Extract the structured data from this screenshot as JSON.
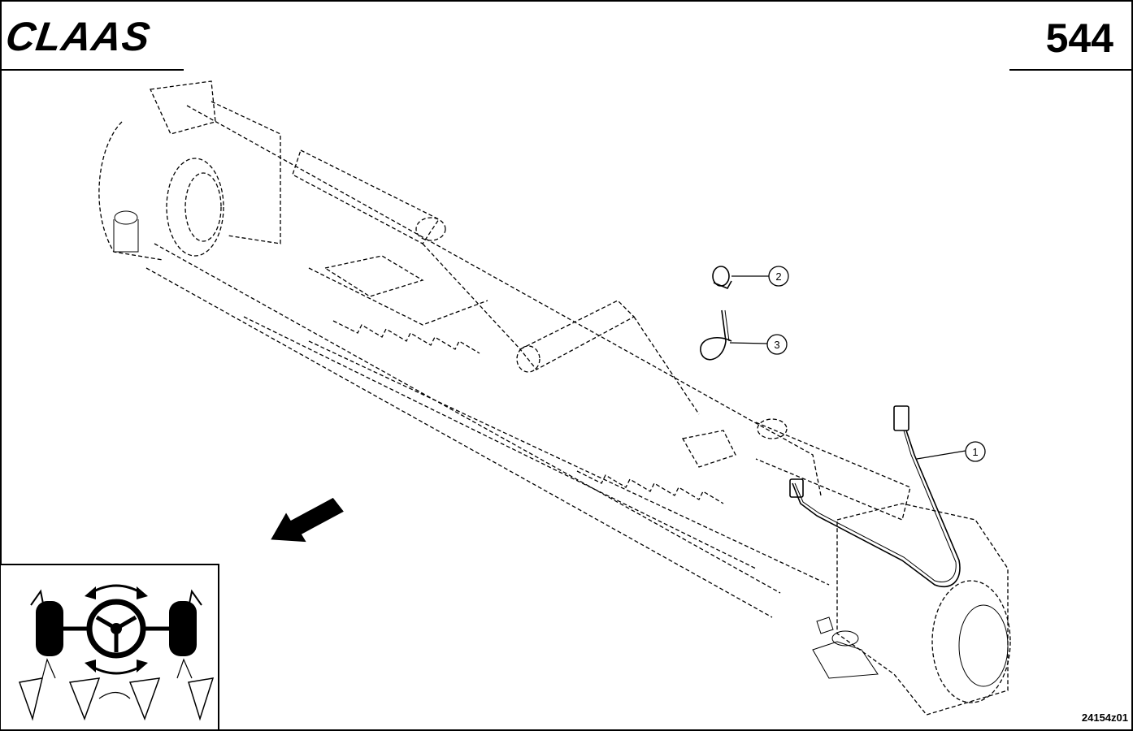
{
  "header": {
    "brand": "CLAAS",
    "page_number": "544"
  },
  "callouts": [
    {
      "number": "1"
    },
    {
      "number": "2"
    },
    {
      "number": "3"
    }
  ],
  "footer": {
    "drawing_id": "24154z01"
  },
  "icons": {
    "brand_logo": "claas-logo",
    "direction": "travel-direction-arrow-icon",
    "steering": "steering-axle-symbol-icon"
  }
}
